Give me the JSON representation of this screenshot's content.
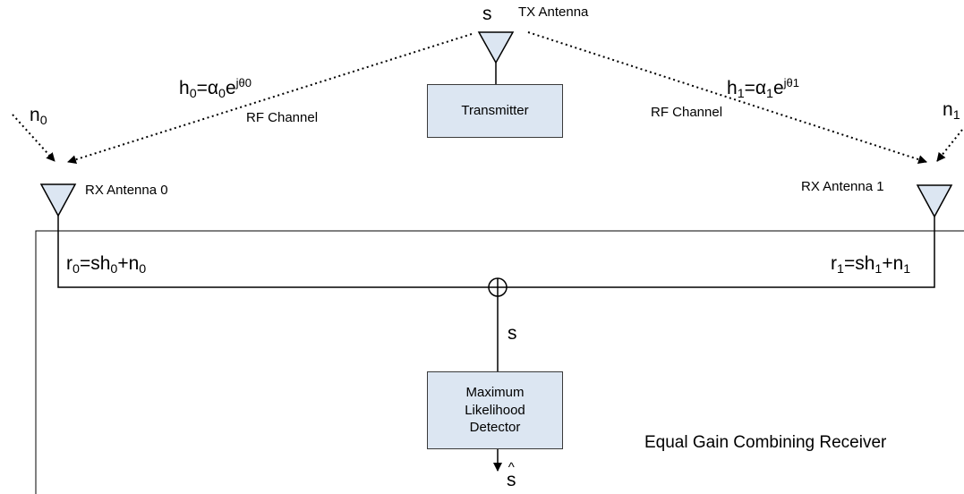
{
  "transmitter": {
    "symbol": "s",
    "antenna_label": "TX Antenna",
    "box_label": "Transmitter"
  },
  "channels": [
    {
      "h": "h",
      "h_sub": "0",
      "eq": "=α",
      "alpha_sub": "0",
      "e": "e",
      "exp": "jθ0",
      "label": "RF Channel"
    },
    {
      "h": "h",
      "h_sub": "1",
      "eq": "=α",
      "alpha_sub": "1",
      "e": "e",
      "exp": "jθ1",
      "label": "RF Channel"
    }
  ],
  "noise": [
    {
      "n": "n",
      "sub": "0"
    },
    {
      "n": "n",
      "sub": "1"
    }
  ],
  "receive_antennas": [
    {
      "label": "RX Antenna 0"
    },
    {
      "label": "RX Antenna 1"
    }
  ],
  "received_signals": [
    {
      "r": "r",
      "r_sub": "0",
      "mid": "=sh",
      "h_sub": "0",
      "plus": "+n",
      "n_sub": "0"
    },
    {
      "r": "r",
      "r_sub": "1",
      "mid": "=sh",
      "h_sub": "1",
      "plus": "+n",
      "n_sub": "1"
    }
  ],
  "combiner": {
    "output_symbol": "s"
  },
  "detector": {
    "lines": [
      "Maximum",
      "Likelihood",
      "Detector"
    ],
    "output_symbol": "s",
    "output_hat": "^"
  },
  "receiver_label": "Equal Gain Combining Receiver",
  "colors": {
    "box_fill": "#dce6f2",
    "box_border": "#3a3a3a",
    "line": "#000000"
  }
}
